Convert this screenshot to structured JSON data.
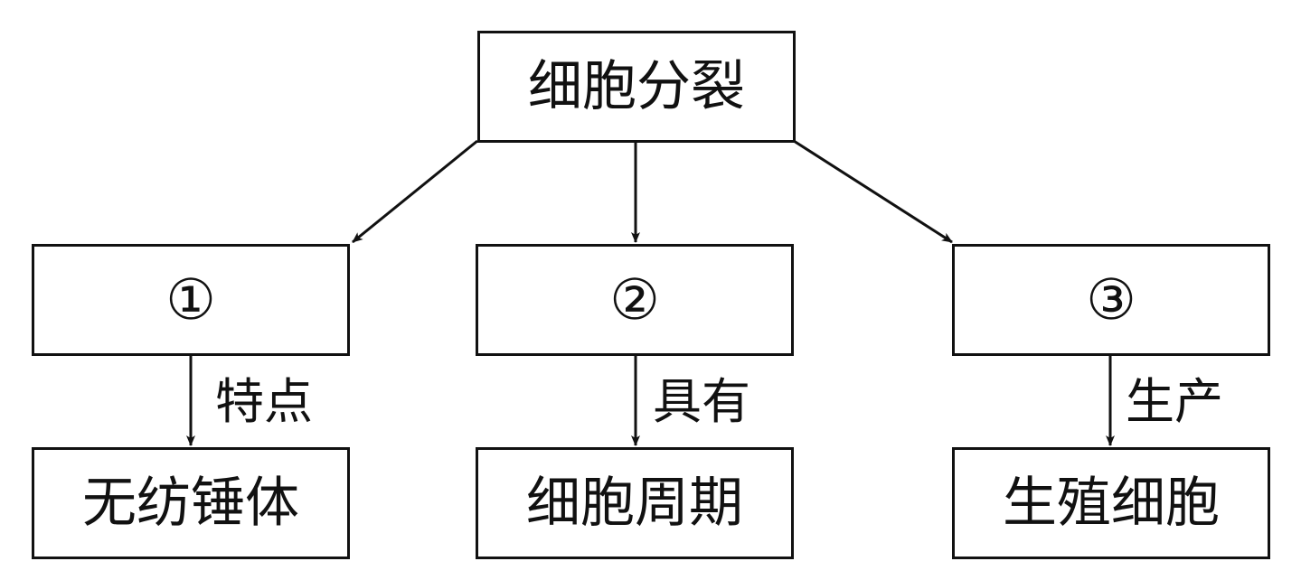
{
  "root": {
    "label": "细胞分裂"
  },
  "branches": [
    {
      "id": "①",
      "edge_label": "特点",
      "child": "无纺锤体"
    },
    {
      "id": "②",
      "edge_label": "具有",
      "child": "细胞周期"
    },
    {
      "id": "③",
      "edge_label": "生产",
      "child": "生殖细胞"
    }
  ]
}
